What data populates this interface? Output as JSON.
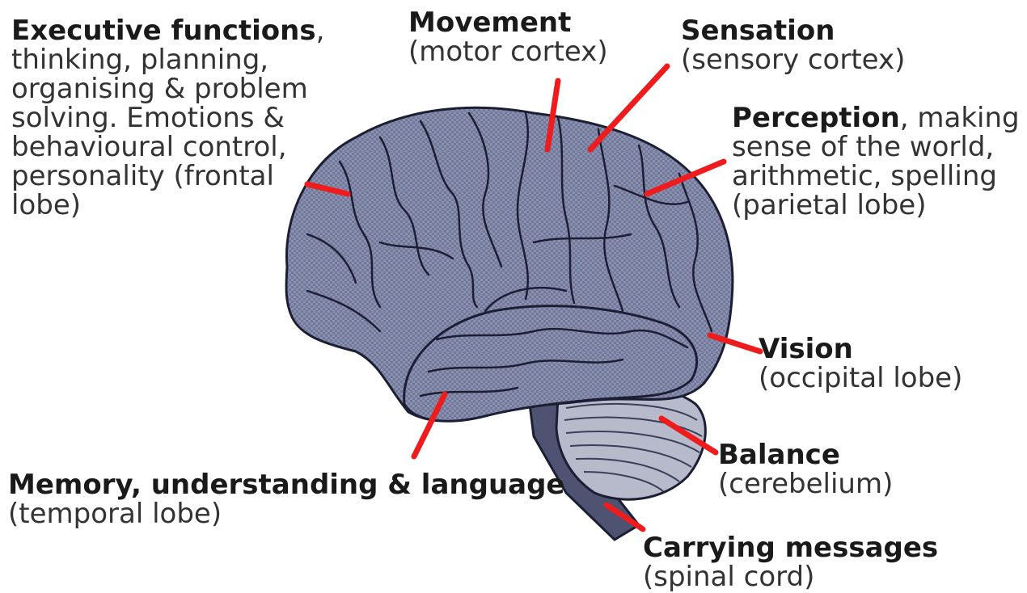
{
  "colors": {
    "brain_fill": "#7f86a8",
    "brain_fill_light": "#9aa0bd",
    "brain_outline": "#1c1f33",
    "cerebellum_fill": "#b3b6c9",
    "stem_fill": "#4d5370",
    "pointer": "#ee1c1c",
    "background": "#ffffff"
  },
  "labels": {
    "executive": {
      "title": "Executive functions",
      "title_suffix": ",",
      "lines": [
        "thinking, planning,",
        "organising & problem",
        "solving. Emotions &",
        "behavioural control,",
        "personality (frontal",
        "lobe)"
      ]
    },
    "movement": {
      "title": "Movement",
      "detail": "(motor cortex)"
    },
    "sensation": {
      "title": "Sensation",
      "detail": "(sensory cortex)"
    },
    "perception": {
      "title": "Perception",
      "title_suffix": ", making",
      "lines": [
        "sense of the world,",
        "arithmetic, spelling",
        "(parietal lobe)"
      ]
    },
    "vision": {
      "title": "Vision",
      "detail": "(occipital lobe)"
    },
    "balance": {
      "title": "Balance",
      "detail": "(cerebelium)"
    },
    "memory": {
      "title": "Memory, understanding & language",
      "detail": "(temporal lobe)"
    },
    "carrying": {
      "title": "Carrying messages",
      "detail": "(spinal cord)"
    }
  }
}
